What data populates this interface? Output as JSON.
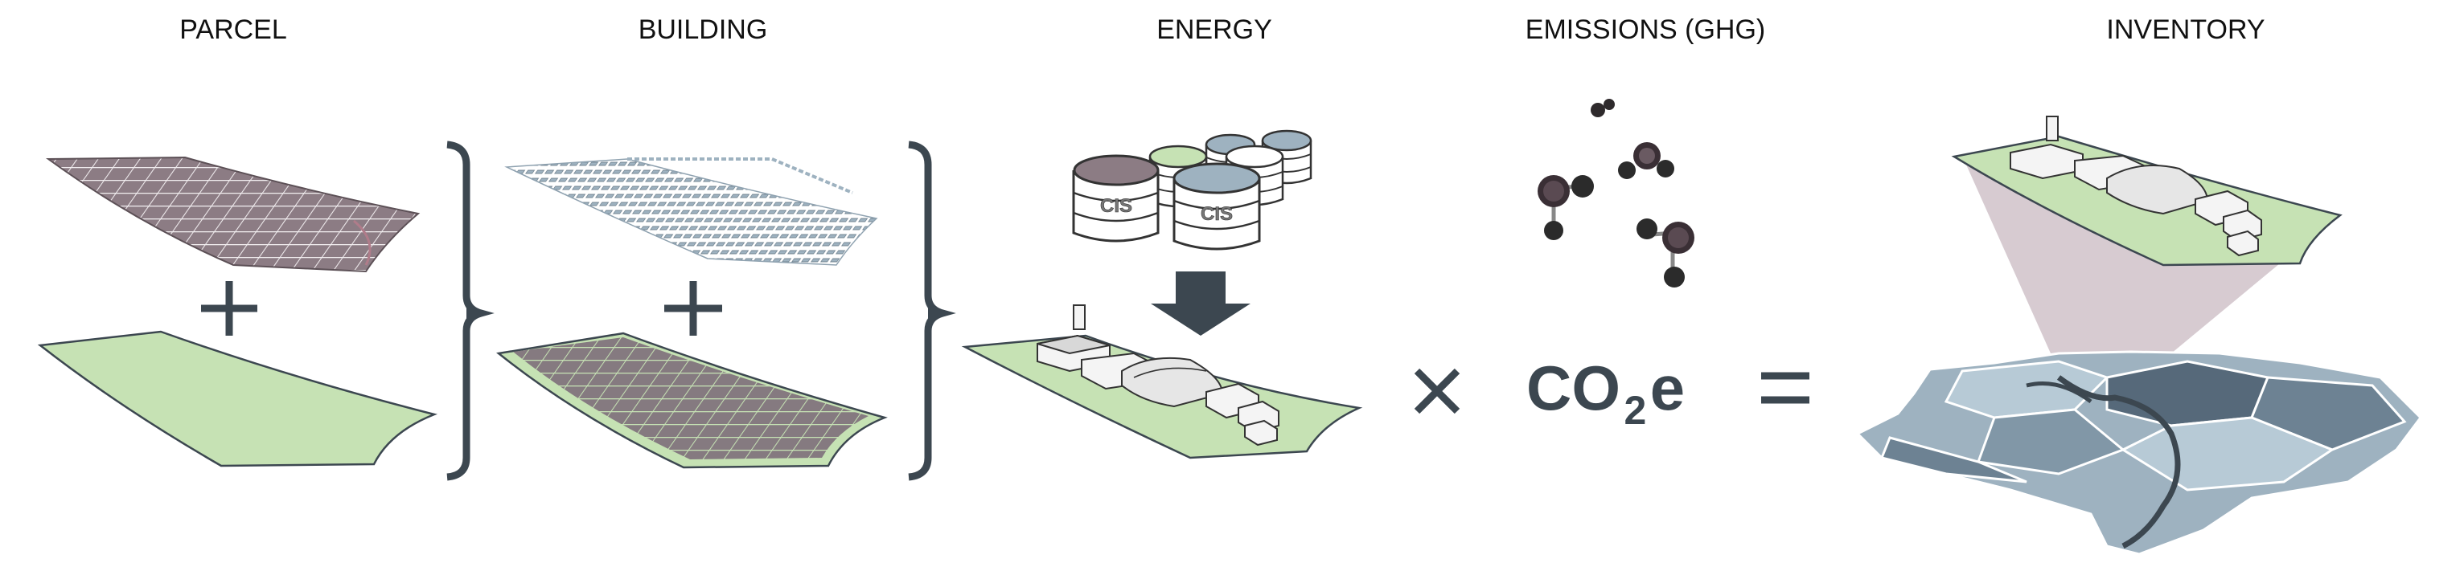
{
  "columns": {
    "parcel": "PARCEL",
    "building": "BUILDING",
    "energy": "ENERGY",
    "emissions": "EMISSIONS (GHG)",
    "inventory": "INVENTORY"
  },
  "database_labels": [
    "CIS",
    "CIS"
  ],
  "emission_factor": {
    "prefix": "CO",
    "subscript": "2",
    "suffix": "e"
  },
  "colors": {
    "ground_green": "#c6e2b4",
    "parcel_fill": "#8c7c84",
    "building_blue": "#9eb2c0",
    "operator": "#3c4750",
    "map_dark": "#56697a",
    "map_light": "#b7cad6",
    "projection": "#c9b9c1"
  }
}
